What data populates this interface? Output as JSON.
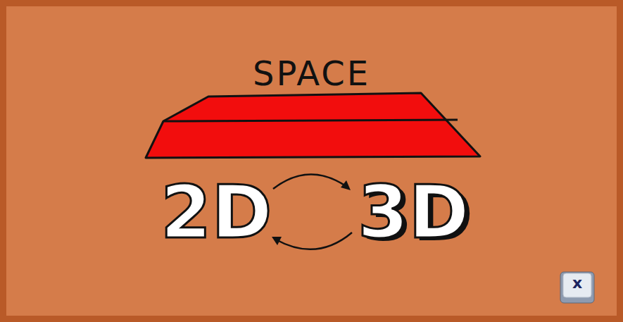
{
  "diagram": {
    "labels": [
      "SPACE",
      "2D",
      "3D",
      "x"
    ]
  }
}
